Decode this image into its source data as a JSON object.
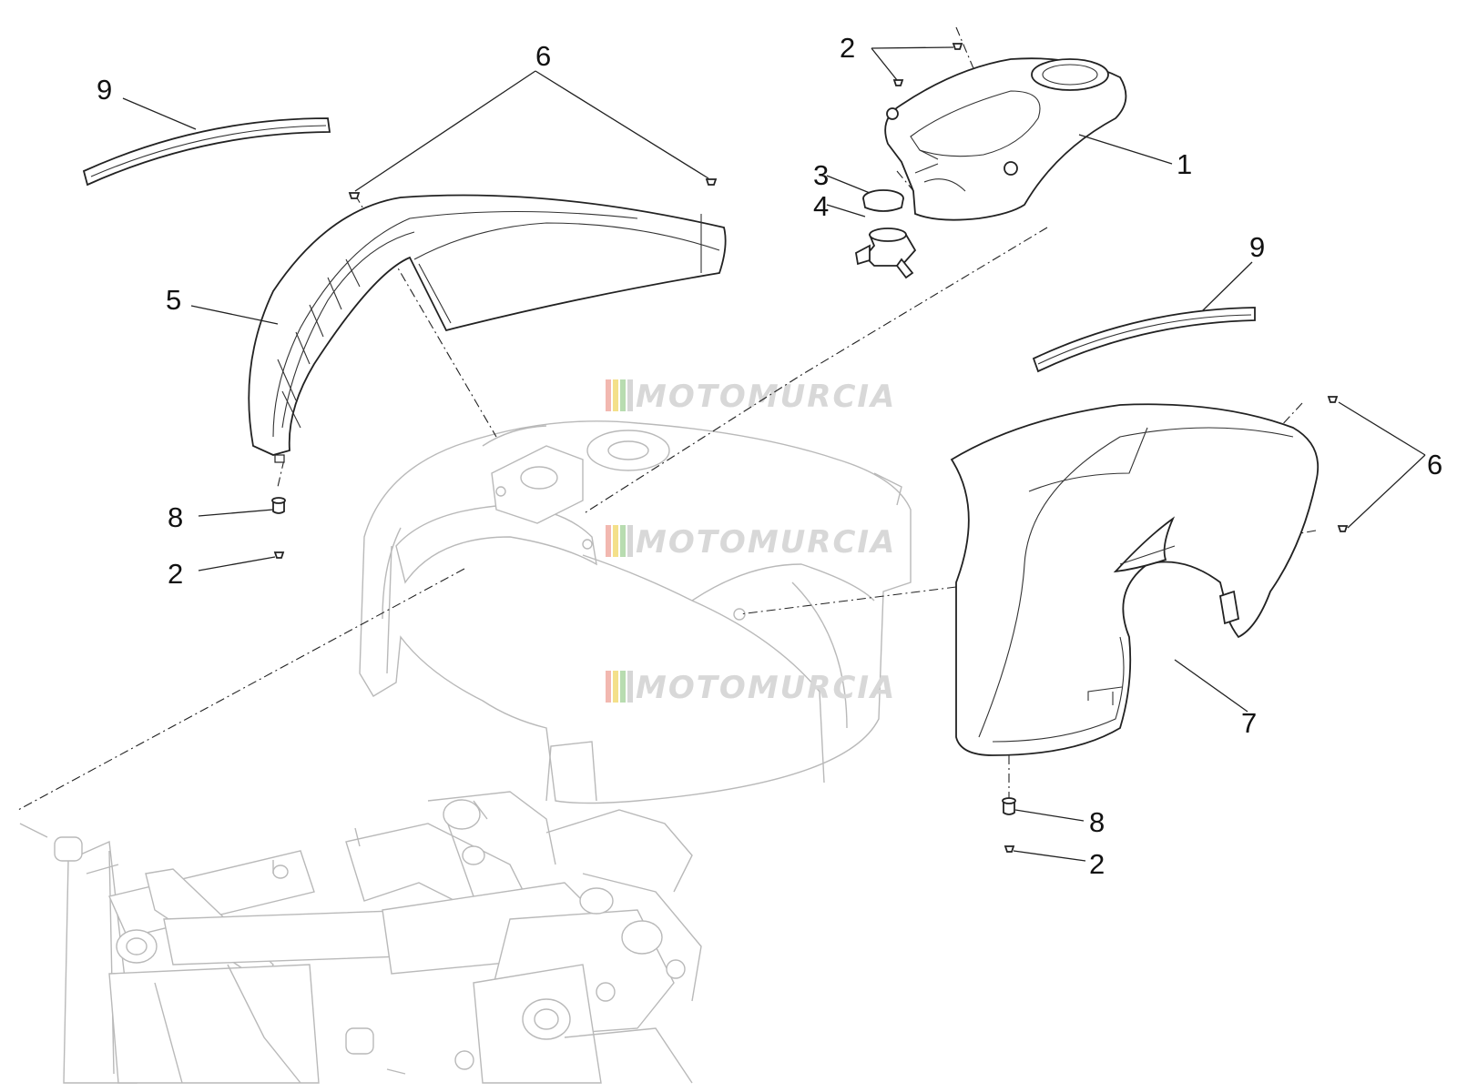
{
  "watermark": {
    "text": "MOTOMURCIA",
    "stripe_colors": [
      "#f2b8b0",
      "#f4e08a",
      "#b8dcb0",
      "#d6d6d6"
    ]
  },
  "callouts": [
    {
      "id": "c-9-left",
      "label": "9"
    },
    {
      "id": "c-6-top",
      "label": "6"
    },
    {
      "id": "c-5",
      "label": "5"
    },
    {
      "id": "c-8-left",
      "label": "8"
    },
    {
      "id": "c-2-left",
      "label": "2"
    },
    {
      "id": "c-2-top",
      "label": "2"
    },
    {
      "id": "c-3",
      "label": "3"
    },
    {
      "id": "c-4",
      "label": "4"
    },
    {
      "id": "c-1",
      "label": "1"
    },
    {
      "id": "c-9-right",
      "label": "9"
    },
    {
      "id": "c-6-right",
      "label": "6"
    },
    {
      "id": "c-7",
      "label": "7"
    },
    {
      "id": "c-8-right",
      "label": "8"
    },
    {
      "id": "c-2-right",
      "label": "2"
    }
  ]
}
